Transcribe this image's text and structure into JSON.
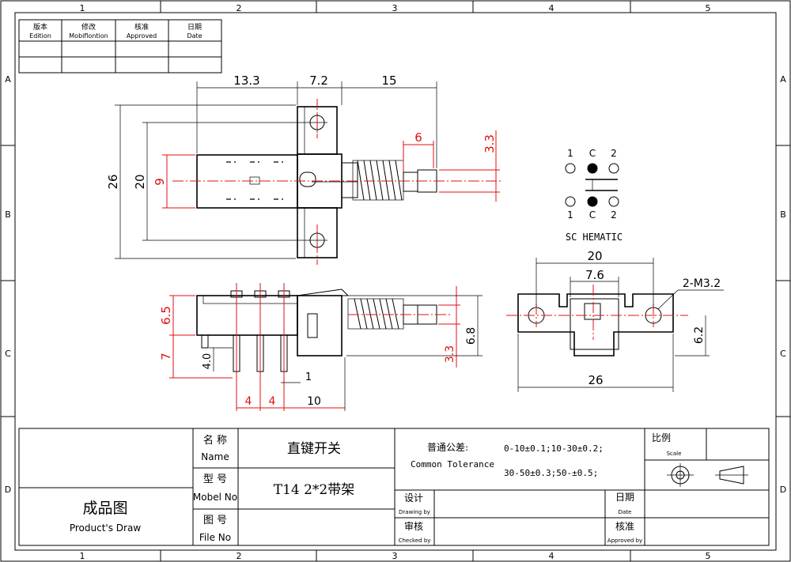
{
  "border_columns": [
    "1",
    "2",
    "3",
    "4",
    "5"
  ],
  "border_rows": [
    "A",
    "B",
    "C",
    "D"
  ],
  "revision_block": {
    "headers": [
      {
        "cn": "版本",
        "en": "Edition"
      },
      {
        "cn": "修改",
        "en": "Mobiflontion"
      },
      {
        "cn": "核准",
        "en": "Approved"
      },
      {
        "cn": "日期",
        "en": "Date"
      }
    ]
  },
  "dimensions": {
    "top_view": {
      "d_13_3": "13.3",
      "d_7_2": "7.2",
      "d_15": "15",
      "d_6": "6",
      "d_3_3": "3.3",
      "d_26": "26",
      "d_20": "20",
      "d_9": "9"
    },
    "side_view": {
      "d_6_5": "6.5",
      "d_7": "7",
      "d_4_0": "4.0",
      "d_1": "1",
      "d_4a": "4",
      "d_4b": "4",
      "d_10": "10",
      "d_3_3": "3.3",
      "d_6_8": "6.8"
    },
    "front_view": {
      "d_20": "20",
      "d_7_6": "7.6",
      "hole_callout": "2-M3.2",
      "d_6_2": "6.2",
      "d_26": "26"
    }
  },
  "schematic": {
    "top_labels": [
      "1",
      "C",
      "2"
    ],
    "bottom_labels": [
      "1",
      "C",
      "2"
    ],
    "title": "SC HEMATIC"
  },
  "title_block": {
    "drawing_title_cn": "成品图",
    "drawing_title_en": "Product's Draw",
    "name_label_cn": "名 称",
    "name_label_en": "Name",
    "name_value": "直键开关",
    "model_label_cn": "型 号",
    "model_label_en": "Mobel No",
    "model_value": "T14 2*2带架",
    "file_label_cn": "图 号",
    "file_label_en": "File No",
    "tolerance_label_cn": "普通公差:",
    "tolerance_label_en": "Common Tolerance",
    "tolerance_line1": "0-10±0.1;10-30±0.2;",
    "tolerance_line2": "30-50±0.3;50-±0.5;",
    "scale_label_cn": "比例",
    "scale_label_en": "Scale",
    "design_label_cn": "设计",
    "design_label_en": "Drawing by",
    "check_label_cn": "审核",
    "check_label_en": "Checked by",
    "date_label_cn": "日期",
    "date_label_en": "Date",
    "approve_label_cn": "核准",
    "approve_label_en": "Approved by"
  },
  "colors": {
    "outline": "#000000",
    "dimension": "#e01010",
    "background": "#ffffff"
  }
}
